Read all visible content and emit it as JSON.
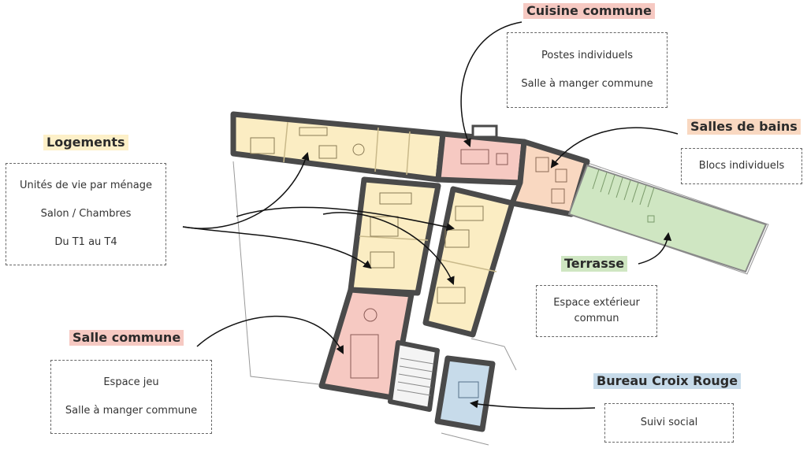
{
  "colors": {
    "logements": "#fbedc3",
    "logements_label": "#fdf0c8",
    "cuisine": "#f6c9c2",
    "salle_commune": "#f6c9c2",
    "salles_de_bains": "#f9d8c1",
    "terrasse": "#cfe6c2",
    "bureau": "#c7dbea",
    "walls": "#555555"
  },
  "zones": {
    "cuisine": {
      "title": "Cuisine commune",
      "items": [
        "Postes individuels",
        "Salle à manger commune"
      ]
    },
    "logements": {
      "title": "Logements",
      "items": [
        "Unités de vie par ménage",
        "Salon / Chambres",
        "Du T1 au T4"
      ]
    },
    "salles_de_bains": {
      "title": "Salles de bains",
      "items": [
        "Blocs individuels"
      ]
    },
    "terrasse": {
      "title": "Terrasse",
      "items": [
        "Espace extérieur commun"
      ]
    },
    "salle_commune": {
      "title": "Salle commune",
      "items": [
        "Espace jeu",
        "Salle à manger commune"
      ]
    },
    "bureau": {
      "title": "Bureau Croix Rouge",
      "items": [
        "Suivi social"
      ]
    }
  }
}
